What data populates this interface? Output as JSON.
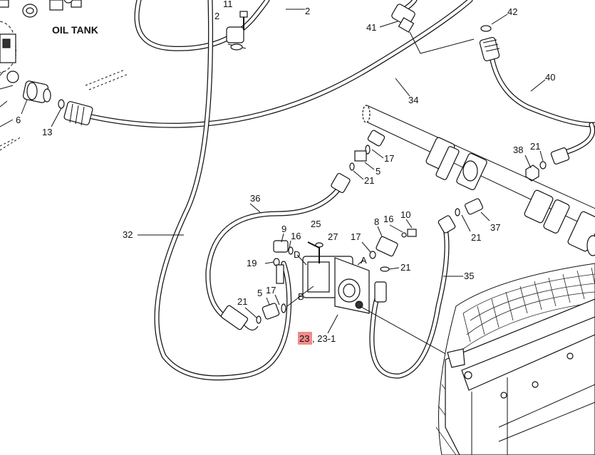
{
  "title": "OIL TANK",
  "highlight": "23",
  "labels": {
    "l11": "11",
    "l2a": "2",
    "l2b": "2",
    "l42": "42",
    "l41": "41",
    "l40": "40",
    "l34": "34",
    "l6": "6",
    "l13": "13",
    "l17a": "17",
    "l5a": "5",
    "l21a": "21",
    "l38": "38",
    "l21b": "21",
    "l36": "36",
    "l32": "32",
    "l25": "25",
    "l9": "9",
    "l16a": "16",
    "lD": "D",
    "l27": "27",
    "l8": "8",
    "l16b": "16",
    "l10": "10",
    "l17b": "17",
    "lA": "A",
    "l21c": "21",
    "l37": "37",
    "l21d": "21",
    "l19": "19",
    "l35": "35",
    "l21e": "21",
    "l5b": "5",
    "l17c": "17",
    "lB": "B",
    "l23rest": ", 23-1"
  }
}
